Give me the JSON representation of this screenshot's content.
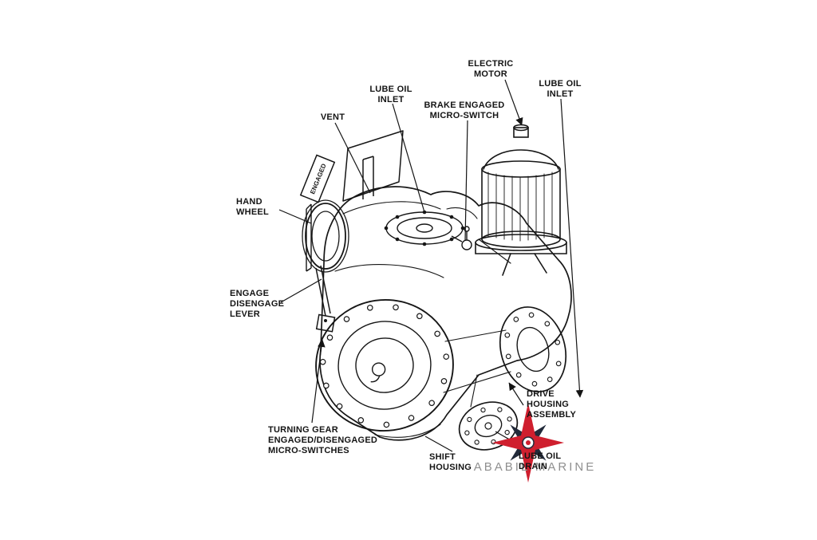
{
  "diagram": {
    "plate_text": "ENGAGED",
    "labels": {
      "electric_motor": "ELECTRIC\nMOTOR",
      "lube_oil_inlet_left": "LUBE OIL\nINLET",
      "lube_oil_inlet_right": "LUBE OIL\nINLET",
      "vent": "VENT",
      "brake_engaged_micro_switch": "BRAKE ENGAGED\nMICRO-SWITCH",
      "hand_wheel": "HAND\nWHEEL",
      "engage_disengage_lever": "ENGAGE\nDISENGAGE\nLEVER",
      "turning_gear_micro_switches": "TURNING GEAR\nENGAGED/DISENGAGED\nMICRO-SWITCHES",
      "shift_housing": "SHIFT\nHOUSING",
      "lube_oil_drain": "LUBE OIL\nDRAIN",
      "drive_housing_assembly": "DRIVE\nHOUSING\nASSEMBLY"
    }
  },
  "watermark": {
    "text": "ABABIL MARINE",
    "star_color_red": "#cf1f2e",
    "star_color_dark": "#222a3a",
    "text_color": "#8f8f8f"
  },
  "colors": {
    "ink": "#161616",
    "background": "#ffffff"
  }
}
